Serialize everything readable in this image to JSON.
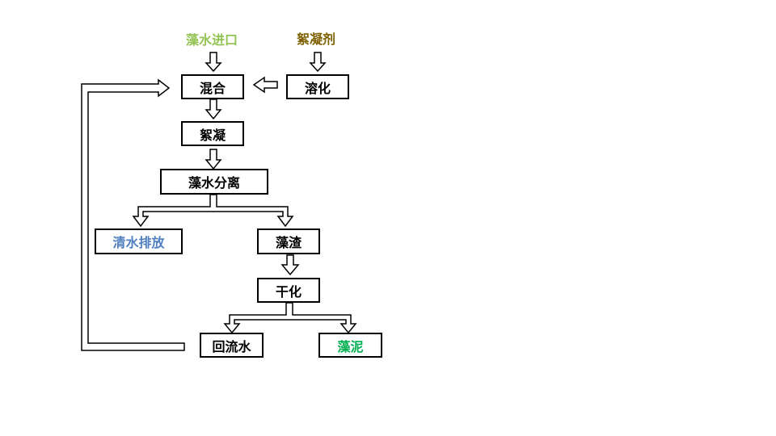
{
  "colors": {
    "input_algae": "#92c353",
    "input_flocculant": "#7f6000",
    "output_clear_water": "#4f7fbf",
    "output_algae_mud": "#00b050",
    "stroke": "#000000"
  },
  "labels": {
    "algae_water_inlet": "藻水进口",
    "flocculant": "絮凝剂"
  },
  "nodes": {
    "dissolve": "溶化",
    "mix": "混合",
    "flocculate": "絮凝",
    "separate": "藻水分离",
    "clear_water": "清水排放",
    "algae_residue": "藻渣",
    "dry": "干化",
    "return_water": "回流水",
    "algae_mud": "藻泥"
  }
}
